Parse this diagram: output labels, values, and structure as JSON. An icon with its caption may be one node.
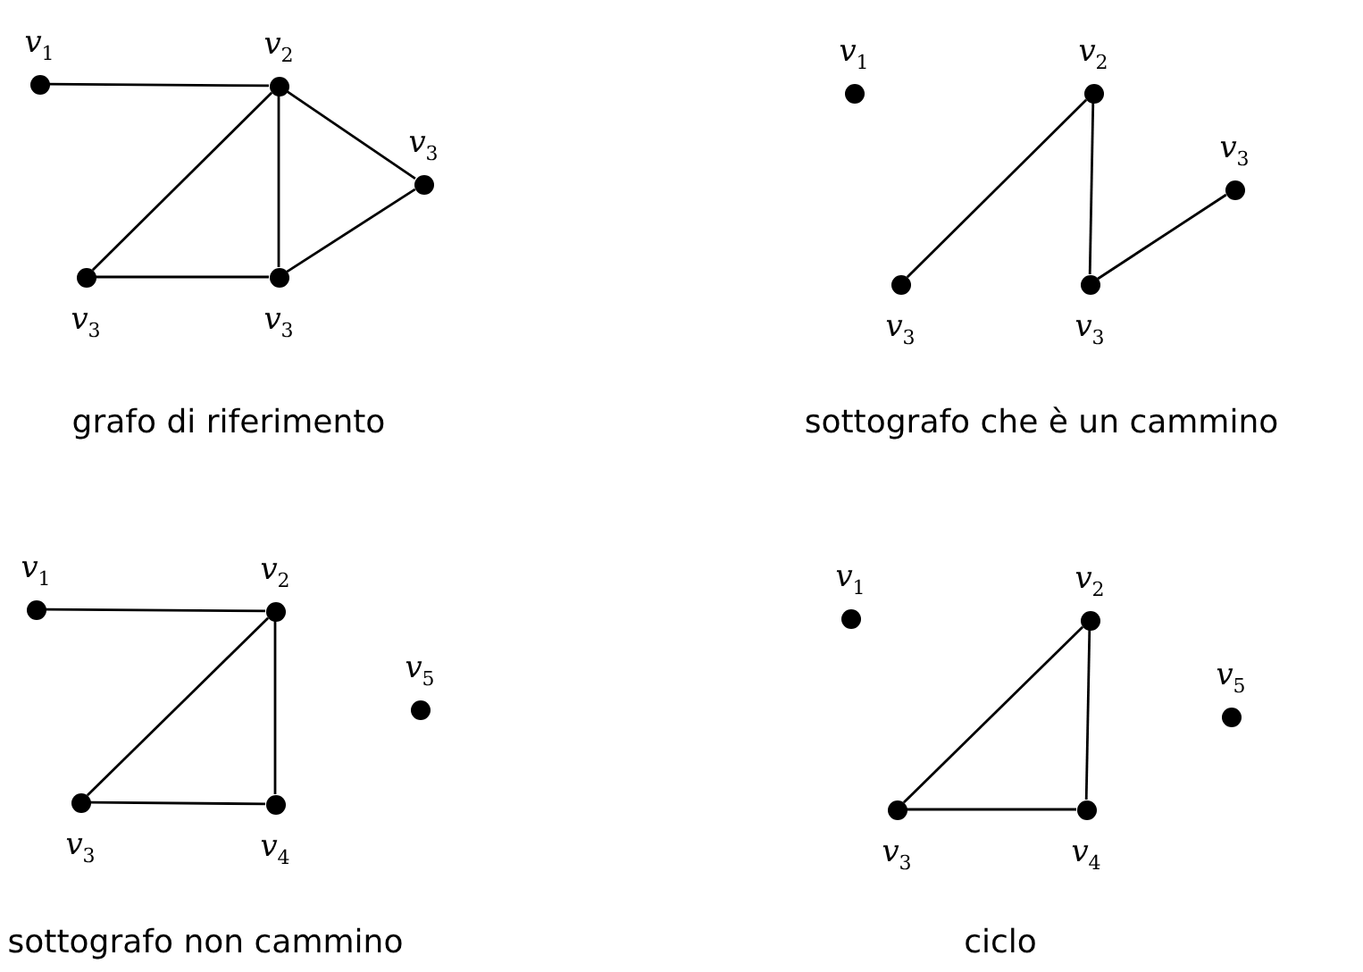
{
  "diagram": {
    "nodes": [
      {
        "text": [
          "v$_{1}$"
        ]
      },
      {
        "text": [
          "v$_{2}$"
        ]
      },
      {
        "text": [
          "v$_{3}$"
        ]
      },
      {
        "text": [
          "v$_{3}$"
        ]
      },
      {
        "text": [
          "v$_{3}$"
        ]
      },
      {
        "text": [
          "v$_{1}$"
        ]
      },
      {
        "text": [
          "v$_{2}$"
        ]
      },
      {
        "text": [
          "v$_{3}$"
        ]
      },
      {
        "text": [
          "v$_{3}$"
        ]
      },
      {
        "text": [
          "v$_{3}$"
        ]
      },
      {
        "text": [
          "v$_{1}$"
        ]
      },
      {
        "text": [
          "v$_{2}$"
        ]
      },
      {
        "text": [
          "v$_{5}$"
        ]
      },
      {
        "text": [
          "v$_{3}$"
        ]
      },
      {
        "text": [
          "v$_{4}$"
        ]
      },
      {
        "text": [
          "v$_{1}$"
        ]
      },
      {
        "text": [
          "v$_{2}$"
        ]
      },
      {
        "text": [
          "v$_{5}$"
        ]
      },
      {
        "text": [
          "v$_{3}$"
        ]
      },
      {
        "text": [
          "v$_{4}$"
        ]
      }
    ],
    "edges": [
      {
        "from": 0,
        "to": 1,
        "arrow": "none"
      },
      {
        "from": 1,
        "to": 3,
        "arrow": "none"
      },
      {
        "from": 1,
        "to": 4,
        "arrow": "none"
      },
      {
        "from": 1,
        "to": 2,
        "arrow": "none"
      },
      {
        "from": 2,
        "to": 4,
        "arrow": "none"
      },
      {
        "from": 3,
        "to": 4,
        "arrow": "none"
      },
      {
        "from": 6,
        "to": 8,
        "arrow": "none"
      },
      {
        "from": 6,
        "to": 9,
        "arrow": "none"
      },
      {
        "from": 9,
        "to": 7,
        "arrow": "none"
      },
      {
        "from": 10,
        "to": 11,
        "arrow": "none"
      },
      {
        "from": 11,
        "to": 13,
        "arrow": "none"
      },
      {
        "from": 11,
        "to": 14,
        "arrow": "none"
      },
      {
        "from": 13,
        "to": 14,
        "arrow": "none"
      },
      {
        "from": 16,
        "to": 18,
        "arrow": "none"
      },
      {
        "from": 16,
        "to": 19,
        "arrow": "none"
      },
      {
        "from": 18,
        "to": 19,
        "arrow": "none"
      }
    ],
    "labels": [
      "grafo di riferimento",
      "sottografo che è un cammino",
      "sottografo non cammino",
      "ciclo"
    ]
  }
}
